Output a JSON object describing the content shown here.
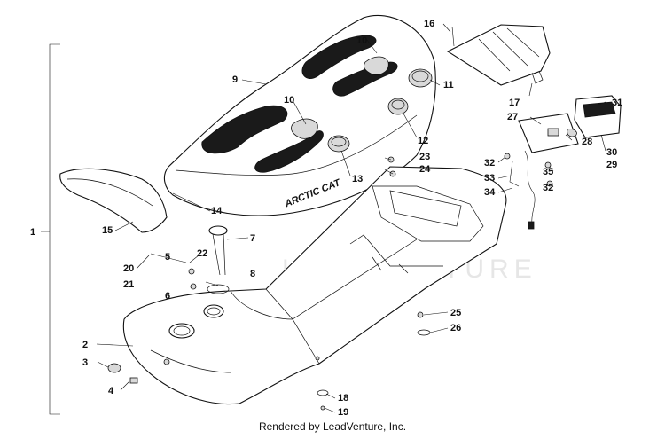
{
  "diagram": {
    "callouts": [
      "1",
      "2",
      "3",
      "4",
      "5",
      "6",
      "7",
      "8",
      "9",
      "10",
      "10",
      "11",
      "12",
      "13",
      "14",
      "15",
      "16",
      "17",
      "18",
      "19",
      "20",
      "21",
      "22",
      "23",
      "24",
      "25",
      "26",
      "27",
      "28",
      "29",
      "30",
      "31",
      "32",
      "32",
      "33",
      "34",
      "35"
    ],
    "seat_logo": "ARCTIC CAT",
    "watermark": "LEADVENTURE"
  },
  "footer": {
    "credit": "Rendered by LeadVenture, Inc."
  }
}
